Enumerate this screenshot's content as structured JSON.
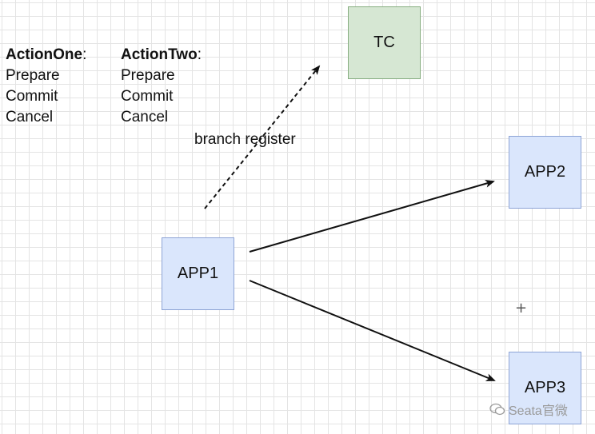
{
  "actions": [
    {
      "title": "ActionOne",
      "items": [
        "Prepare",
        "Commit",
        "Cancel"
      ]
    },
    {
      "title": "ActionTwo",
      "items": [
        "Prepare",
        "Commit",
        "Cancel"
      ]
    }
  ],
  "nodes": {
    "tc": "TC",
    "app1": "APP1",
    "app2": "APP2",
    "app3": "APP3"
  },
  "edges": {
    "branch_register_label": "branch register"
  },
  "watermark": "Seata官微",
  "colors": {
    "app_fill": "#dae6fc",
    "app_border": "#8ea4d6",
    "tc_fill": "#d6e7d3",
    "tc_border": "#87ae80",
    "grid": "#e4e4e4"
  }
}
